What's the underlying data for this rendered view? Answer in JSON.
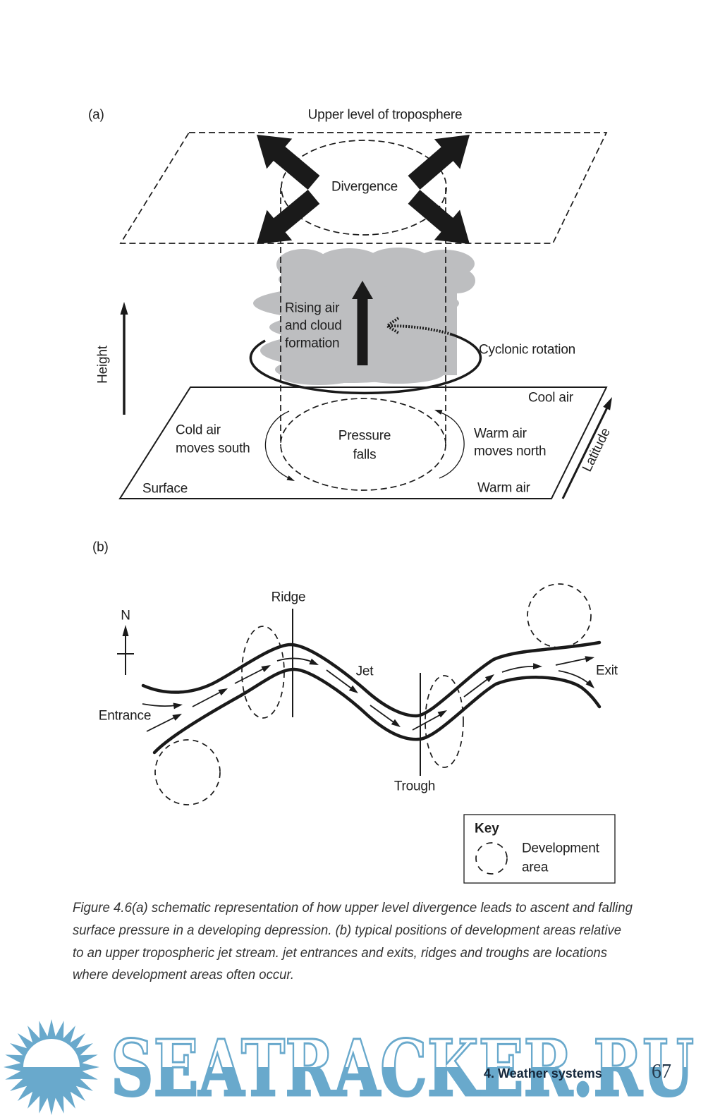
{
  "page": {
    "header": "4. Weather systems",
    "page_number": "67"
  },
  "figure_a": {
    "panel_label": "(a)",
    "title": "Upper level of troposphere",
    "divergence": "Divergence",
    "rising_air": [
      "Rising air",
      "and cloud",
      "formation"
    ],
    "cyclonic_rotation": "Cyclonic rotation",
    "height_axis": "Height",
    "latitude_axis": "Latitude",
    "cool_air": "Cool air",
    "cold_air": [
      "Cold air",
      "moves south"
    ],
    "pressure_falls": [
      "Pressure",
      "falls"
    ],
    "warm_air_moves": [
      "Warm air",
      "moves north"
    ],
    "surface": "Surface",
    "warm_air": "Warm air"
  },
  "figure_b": {
    "panel_label": "(b)",
    "north": "N",
    "ridge": "Ridge",
    "jet": "Jet",
    "entrance": "Entrance",
    "exit": "Exit",
    "trough": "Trough",
    "key": {
      "title": "Key",
      "items": [
        {
          "symbol": "dashed-circle",
          "label": [
            "Development",
            "area"
          ]
        }
      ]
    }
  },
  "caption": {
    "lines": [
      "Figure 4.6(a) schematic representation of how upper level divergence leads to ascent and falling",
      "surface pressure in a developing depression. (b) typical positions of development areas relative",
      "to an upper tropospheric jet stream. jet entrances and exits, ridges and troughs are locations",
      "where development areas often occur."
    ]
  },
  "watermark": {
    "text": "SEATRACKER.RU",
    "logo": "sun-logo",
    "color": "#69a9cc"
  },
  "colors": {
    "ink": "#1a1a1a",
    "cloud": "#bdbec0",
    "caption": "#333333"
  }
}
